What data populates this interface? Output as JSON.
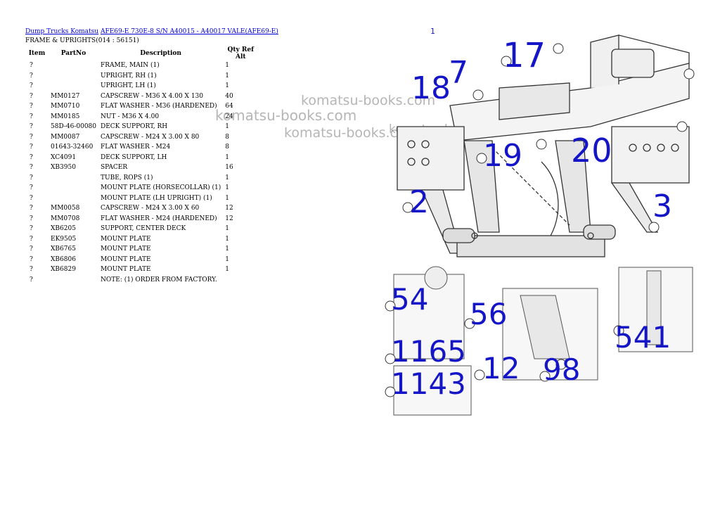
{
  "breadcrumb": {
    "link1": "Dump Trucks Komatsu",
    "link2": "AFE69-E 730E-8 S/N A40015 - A40017 VALE(AFE69-E)"
  },
  "subtitle": "FRAME & UPRIGHTS(014 : 56151)",
  "table": {
    "headers": {
      "item": "Item",
      "partno": "PartNo",
      "description": "Description",
      "qty": "Qty Ref Alt"
    },
    "rows": [
      {
        "item": "?",
        "partno": "",
        "description": "FRAME, MAIN (1)",
        "qty": "1"
      },
      {
        "item": "?",
        "partno": "",
        "description": "UPRIGHT, RH (1)",
        "qty": "1"
      },
      {
        "item": "?",
        "partno": "",
        "description": "UPRIGHT, LH (1)",
        "qty": "1"
      },
      {
        "item": "?",
        "partno": "MM0127",
        "description": "CAPSCREW - M36 X 4.00 X 130",
        "qty": "40"
      },
      {
        "item": "?",
        "partno": "MM0710",
        "description": "FLAT WASHER - M36 (HARDENED)",
        "qty": "64"
      },
      {
        "item": "?",
        "partno": "MM0185",
        "description": "NUT - M36 X 4.00",
        "qty": "24"
      },
      {
        "item": "?",
        "partno": "58D-46-00080",
        "description": "DECK SUPPORT, RH",
        "qty": "1"
      },
      {
        "item": "?",
        "partno": "MM0087",
        "description": "CAPSCREW - M24 X 3.00 X 80",
        "qty": "8"
      },
      {
        "item": "?",
        "partno": "01643-32460",
        "description": "FLAT WASHER - M24",
        "qty": "8"
      },
      {
        "item": "?",
        "partno": "XC4091",
        "description": "DECK SUPPORT, LH",
        "qty": "1"
      },
      {
        "item": "?",
        "partno": "XB3950",
        "description": "SPACER",
        "qty": "16"
      },
      {
        "item": "?",
        "partno": "",
        "description": "TUBE, ROPS (1)",
        "qty": "1"
      },
      {
        "item": "?",
        "partno": "",
        "description": "MOUNT PLATE (HORSECOLLAR) (1)",
        "qty": "1"
      },
      {
        "item": "?",
        "partno": "",
        "description": "MOUNT PLATE (LH UPRIGHT) (1)",
        "qty": "1"
      },
      {
        "item": "?",
        "partno": "MM0058",
        "description": "CAPSCREW - M24 X 3.00 X 60",
        "qty": "12"
      },
      {
        "item": "?",
        "partno": "MM0708",
        "description": "FLAT WASHER - M24 (HARDENED)",
        "qty": "12"
      },
      {
        "item": "?",
        "partno": "XB6205",
        "description": "SUPPORT, CENTER DECK",
        "qty": "1"
      },
      {
        "item": "?",
        "partno": "EK9505",
        "description": "MOUNT PLATE",
        "qty": "1"
      },
      {
        "item": "?",
        "partno": "XB6765",
        "description": "MOUNT PLATE",
        "qty": "1"
      },
      {
        "item": "?",
        "partno": "XB6806",
        "description": "MOUNT PLATE",
        "qty": "1"
      },
      {
        "item": "?",
        "partno": "XB6829",
        "description": "MOUNT PLATE",
        "qty": "1"
      },
      {
        "item": "?",
        "partno": "",
        "description": "NOTE: (1) ORDER FROM FACTORY.",
        "qty": ""
      }
    ]
  },
  "watermark": "komatsu-books.com",
  "drawing": {
    "page_mark": "1",
    "callouts": [
      "17",
      "7",
      "18",
      "19",
      "20",
      "2",
      "3",
      "54",
      "56",
      "1165",
      "1143",
      "12",
      "98",
      "541"
    ]
  }
}
